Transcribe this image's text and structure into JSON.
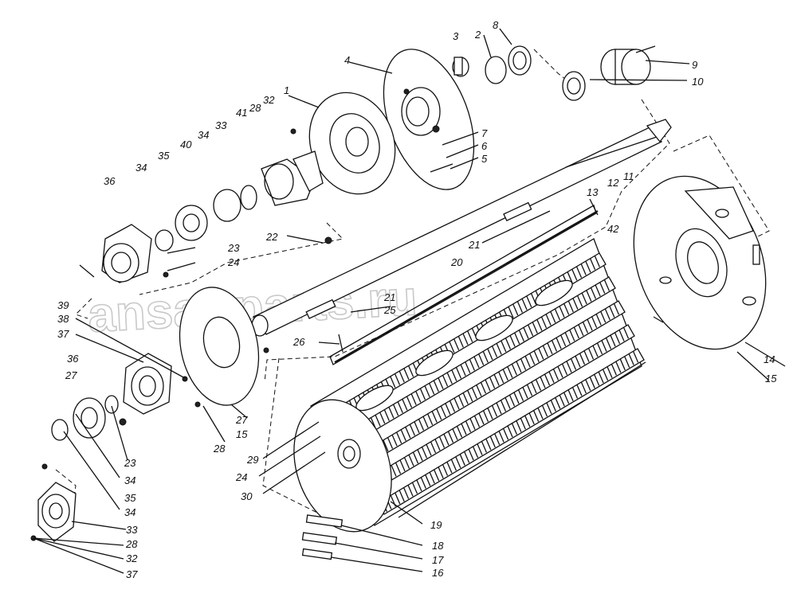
{
  "watermark": "ansat-parts.ru",
  "callouts": [
    {
      "id": "c3",
      "text": "3"
    },
    {
      "id": "c2",
      "text": "2"
    },
    {
      "id": "c8",
      "text": "8"
    },
    {
      "id": "c9",
      "text": "9"
    },
    {
      "id": "c10",
      "text": "10"
    },
    {
      "id": "c4",
      "text": "4"
    },
    {
      "id": "c1",
      "text": "1"
    },
    {
      "id": "c32a",
      "text": "32"
    },
    {
      "id": "c28a",
      "text": "28"
    },
    {
      "id": "c41",
      "text": "41"
    },
    {
      "id": "c33a",
      "text": "33"
    },
    {
      "id": "c34a",
      "text": "34"
    },
    {
      "id": "c40",
      "text": "40"
    },
    {
      "id": "c35a",
      "text": "35"
    },
    {
      "id": "c34b",
      "text": "34"
    },
    {
      "id": "c36",
      "text": "36"
    },
    {
      "id": "c7",
      "text": "7"
    },
    {
      "id": "c6",
      "text": "6"
    },
    {
      "id": "c5",
      "text": "5"
    },
    {
      "id": "c13",
      "text": "13"
    },
    {
      "id": "c12",
      "text": "12"
    },
    {
      "id": "c11",
      "text": "11"
    },
    {
      "id": "c42",
      "text": "42"
    },
    {
      "id": "c22",
      "text": "22"
    },
    {
      "id": "c21a",
      "text": "21"
    },
    {
      "id": "c20",
      "text": "20"
    },
    {
      "id": "c23a",
      "text": "23"
    },
    {
      "id": "c24a",
      "text": "24"
    },
    {
      "id": "c39",
      "text": "39"
    },
    {
      "id": "c38",
      "text": "38"
    },
    {
      "id": "c37a",
      "text": "37"
    },
    {
      "id": "c21b",
      "text": "21"
    },
    {
      "id": "c25",
      "text": "25"
    },
    {
      "id": "c26",
      "text": "26"
    },
    {
      "id": "c36b",
      "text": "36"
    },
    {
      "id": "c27a",
      "text": "27"
    },
    {
      "id": "c14",
      "text": "14"
    },
    {
      "id": "c15a",
      "text": "15"
    },
    {
      "id": "c27b",
      "text": "27"
    },
    {
      "id": "c15b",
      "text": "15"
    },
    {
      "id": "c28b",
      "text": "28"
    },
    {
      "id": "c29",
      "text": "29"
    },
    {
      "id": "c24b",
      "text": "24"
    },
    {
      "id": "c23b",
      "text": "23"
    },
    {
      "id": "c34c",
      "text": "34"
    },
    {
      "id": "c34d",
      "text": "34"
    },
    {
      "id": "c35b",
      "text": "35"
    },
    {
      "id": "c30",
      "text": "30"
    },
    {
      "id": "c19",
      "text": "19"
    },
    {
      "id": "c33b",
      "text": "33"
    },
    {
      "id": "c28c",
      "text": "28"
    },
    {
      "id": "c32b",
      "text": "32"
    },
    {
      "id": "c37b",
      "text": "37"
    },
    {
      "id": "c18",
      "text": "18"
    },
    {
      "id": "c17",
      "text": "17"
    },
    {
      "id": "c16",
      "text": "16"
    }
  ]
}
